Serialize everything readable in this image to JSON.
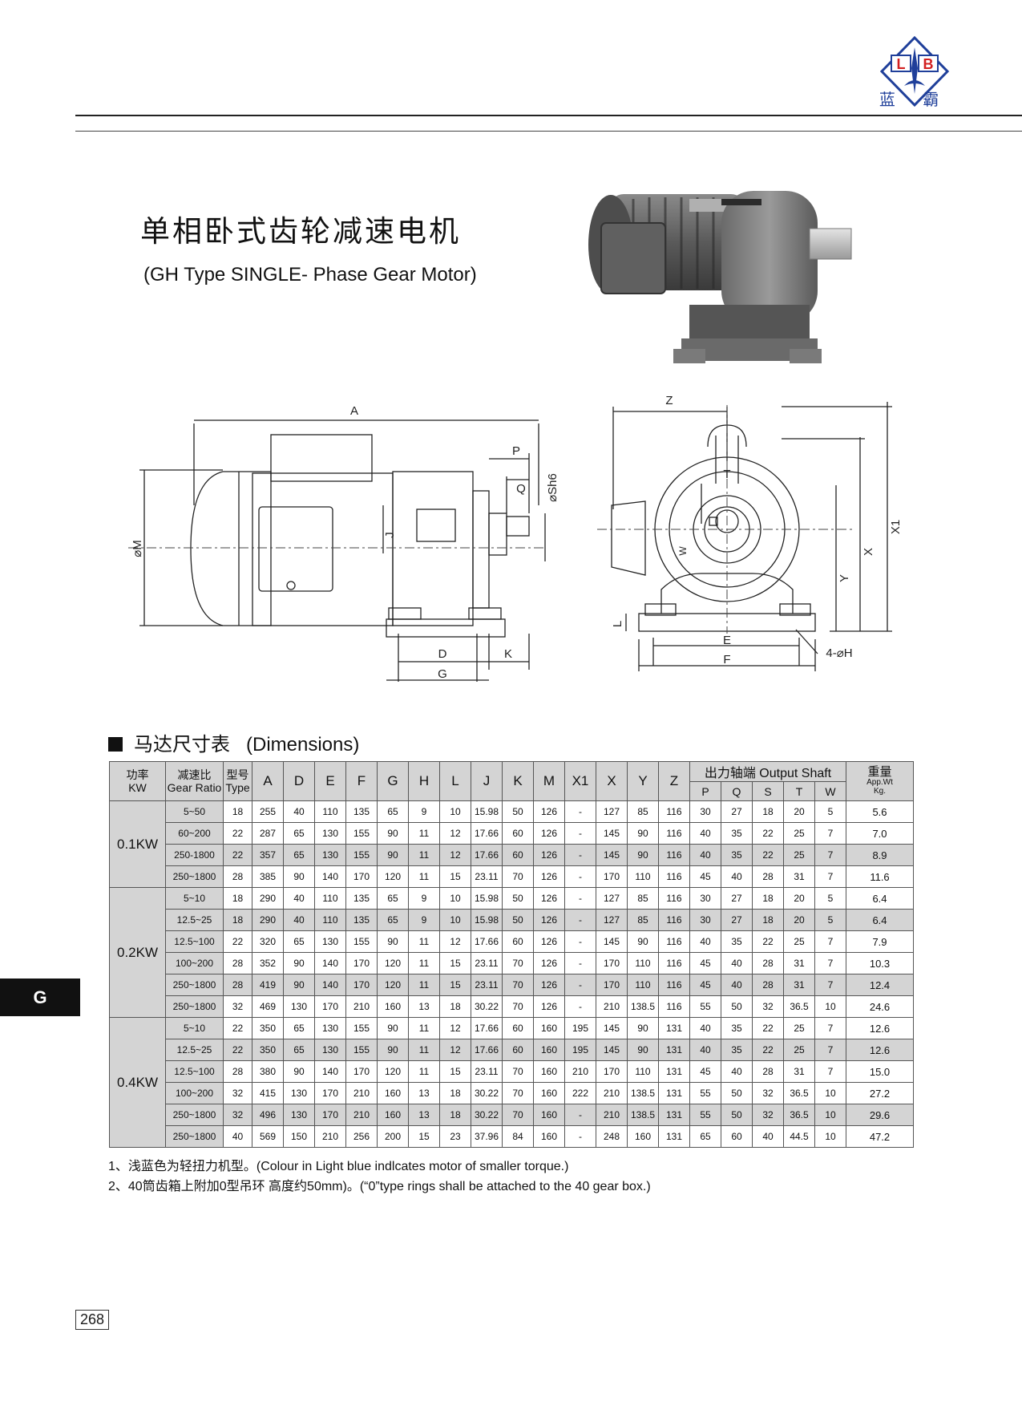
{
  "brand": {
    "letters": [
      "L",
      "B"
    ],
    "name_cn": "蓝 霸",
    "colors": {
      "primary": "#1f3f9a",
      "accent": "#d32020"
    }
  },
  "title": {
    "cn": "单相卧式齿轮减速电机",
    "en": "(GH Type SINGLE- Phase Gear Motor)"
  },
  "drawing_labels": {
    "side": {
      "A": "A",
      "P": "P",
      "Q": "Q",
      "sh": "⌀Sh6",
      "M": "⌀M",
      "J": "J",
      "D": "D",
      "K": "K",
      "G": "G"
    },
    "front": {
      "Z": "Z",
      "T": "T",
      "W": "W",
      "X1": "X1",
      "X": "X",
      "Y": "Y",
      "L": "L",
      "E": "E",
      "F": "F",
      "H": "4-⌀H"
    }
  },
  "section_title": {
    "cn": "马达尺寸表",
    "en": "(Dimensions)"
  },
  "table": {
    "headers": {
      "kw": "功率",
      "kw_en": "KW",
      "ratio": "减速比",
      "ratio_en": "Gear Ratio",
      "type": "型号",
      "type_en": "Type",
      "A": "A",
      "D": "D",
      "E": "E",
      "F": "F",
      "G": "G",
      "H": "H",
      "L": "L",
      "J": "J",
      "K": "K",
      "M": "M",
      "X1": "X1",
      "X": "X",
      "Y": "Y",
      "Z": "Z",
      "output_shaft": "出力轴端  Output Shaft",
      "P": "P",
      "Q": "Q",
      "S": "S",
      "T": "T",
      "W": "W",
      "weight": "重量",
      "weight_en": "App.Wt",
      "weight_unit": "Kg."
    },
    "groups": [
      {
        "kw": "0.1KW",
        "rows": [
          {
            "hl": false,
            "v": [
              "5~50",
              "18",
              "255",
              "40",
              "110",
              "135",
              "65",
              "9",
              "10",
              "15.98",
              "50",
              "126",
              "-",
              "127",
              "85",
              "116",
              "30",
              "27",
              "18",
              "20",
              "5",
              "5.6"
            ]
          },
          {
            "hl": false,
            "v": [
              "60~200",
              "22",
              "287",
              "65",
              "130",
              "155",
              "90",
              "11",
              "12",
              "17.66",
              "60",
              "126",
              "-",
              "145",
              "90",
              "116",
              "40",
              "35",
              "22",
              "25",
              "7",
              "7.0"
            ]
          },
          {
            "hl": true,
            "v": [
              "250-1800",
              "22",
              "357",
              "65",
              "130",
              "155",
              "90",
              "11",
              "12",
              "17.66",
              "60",
              "126",
              "-",
              "145",
              "90",
              "116",
              "40",
              "35",
              "22",
              "25",
              "7",
              "8.9"
            ]
          },
          {
            "hl": false,
            "v": [
              "250~1800",
              "28",
              "385",
              "90",
              "140",
              "170",
              "120",
              "11",
              "15",
              "23.11",
              "70",
              "126",
              "-",
              "170",
              "110",
              "116",
              "45",
              "40",
              "28",
              "31",
              "7",
              "11.6"
            ]
          }
        ]
      },
      {
        "kw": "0.2KW",
        "rows": [
          {
            "hl": false,
            "v": [
              "5~10",
              "18",
              "290",
              "40",
              "110",
              "135",
              "65",
              "9",
              "10",
              "15.98",
              "50",
              "126",
              "-",
              "127",
              "85",
              "116",
              "30",
              "27",
              "18",
              "20",
              "5",
              "6.4"
            ]
          },
          {
            "hl": true,
            "v": [
              "12.5~25",
              "18",
              "290",
              "40",
              "110",
              "135",
              "65",
              "9",
              "10",
              "15.98",
              "50",
              "126",
              "-",
              "127",
              "85",
              "116",
              "30",
              "27",
              "18",
              "20",
              "5",
              "6.4"
            ]
          },
          {
            "hl": false,
            "v": [
              "12.5~100",
              "22",
              "320",
              "65",
              "130",
              "155",
              "90",
              "11",
              "12",
              "17.66",
              "60",
              "126",
              "-",
              "145",
              "90",
              "116",
              "40",
              "35",
              "22",
              "25",
              "7",
              "7.9"
            ]
          },
          {
            "hl": false,
            "v": [
              "100~200",
              "28",
              "352",
              "90",
              "140",
              "170",
              "120",
              "11",
              "15",
              "23.11",
              "70",
              "126",
              "-",
              "170",
              "110",
              "116",
              "45",
              "40",
              "28",
              "31",
              "7",
              "10.3"
            ]
          },
          {
            "hl": true,
            "v": [
              "250~1800",
              "28",
              "419",
              "90",
              "140",
              "170",
              "120",
              "11",
              "15",
              "23.11",
              "70",
              "126",
              "-",
              "170",
              "110",
              "116",
              "45",
              "40",
              "28",
              "31",
              "7",
              "12.4"
            ]
          },
          {
            "hl": false,
            "v": [
              "250~1800",
              "32",
              "469",
              "130",
              "170",
              "210",
              "160",
              "13",
              "18",
              "30.22",
              "70",
              "126",
              "-",
              "210",
              "138.5",
              "116",
              "55",
              "50",
              "32",
              "36.5",
              "10",
              "24.6"
            ]
          }
        ]
      },
      {
        "kw": "0.4KW",
        "rows": [
          {
            "hl": false,
            "v": [
              "5~10",
              "22",
              "350",
              "65",
              "130",
              "155",
              "90",
              "11",
              "12",
              "17.66",
              "60",
              "160",
              "195",
              "145",
              "90",
              "131",
              "40",
              "35",
              "22",
              "25",
              "7",
              "12.6"
            ]
          },
          {
            "hl": true,
            "v": [
              "12.5~25",
              "22",
              "350",
              "65",
              "130",
              "155",
              "90",
              "11",
              "12",
              "17.66",
              "60",
              "160",
              "195",
              "145",
              "90",
              "131",
              "40",
              "35",
              "22",
              "25",
              "7",
              "12.6"
            ]
          },
          {
            "hl": false,
            "v": [
              "12.5~100",
              "28",
              "380",
              "90",
              "140",
              "170",
              "120",
              "11",
              "15",
              "23.11",
              "70",
              "160",
              "210",
              "170",
              "110",
              "131",
              "45",
              "40",
              "28",
              "31",
              "7",
              "15.0"
            ]
          },
          {
            "hl": false,
            "v": [
              "100~200",
              "32",
              "415",
              "130",
              "170",
              "210",
              "160",
              "13",
              "18",
              "30.22",
              "70",
              "160",
              "222",
              "210",
              "138.5",
              "131",
              "55",
              "50",
              "32",
              "36.5",
              "10",
              "27.2"
            ]
          },
          {
            "hl": true,
            "v": [
              "250~1800",
              "32",
              "496",
              "130",
              "170",
              "210",
              "160",
              "13",
              "18",
              "30.22",
              "70",
              "160",
              "-",
              "210",
              "138.5",
              "131",
              "55",
              "50",
              "32",
              "36.5",
              "10",
              "29.6"
            ]
          },
          {
            "hl": false,
            "v": [
              "250~1800",
              "40",
              "569",
              "150",
              "210",
              "256",
              "200",
              "15",
              "23",
              "37.96",
              "84",
              "160",
              "-",
              "248",
              "160",
              "131",
              "65",
              "60",
              "40",
              "44.5",
              "10",
              "47.2"
            ]
          }
        ]
      }
    ]
  },
  "notes": [
    "1、浅蓝色为轻扭力机型。(Colour  in Light  blue  indlcates motor of smaller  torque.)",
    "2、40筒齿箱上附加0型吊环 高度约50mm)。(“0”type rings  shall  be  attached  to the 40 gear box.)"
  ],
  "side_tab": "G",
  "page_number": "268"
}
